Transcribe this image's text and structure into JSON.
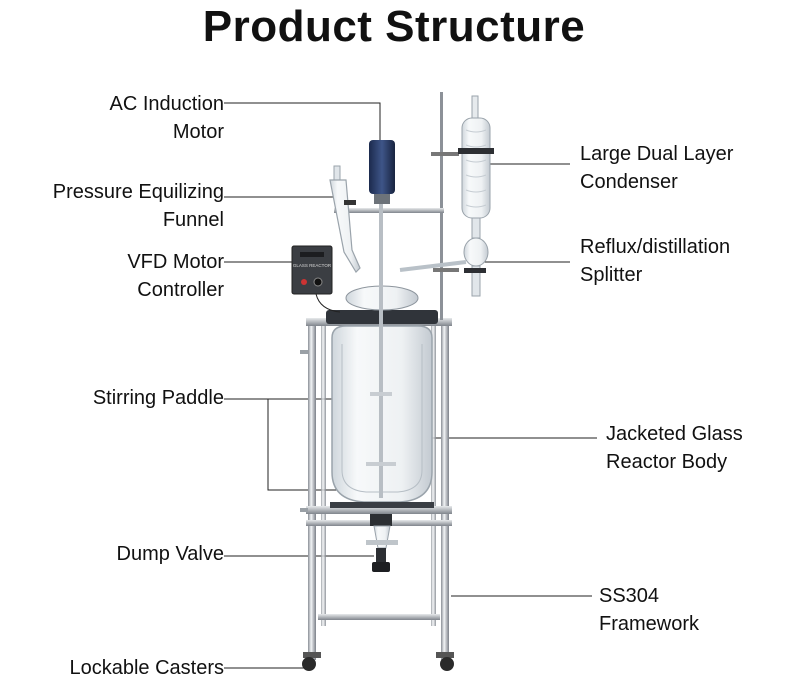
{
  "title": "Product Structure",
  "labels": {
    "ac_motor": [
      "AC Induction",
      "Motor"
    ],
    "funnel": [
      "Pressure Equilizing",
      "Funnel"
    ],
    "vfd": [
      "VFD Motor",
      "Controller"
    ],
    "paddle": [
      "Stirring Paddle"
    ],
    "dump_valve": [
      "Dump Valve"
    ],
    "casters": [
      "Lockable Casters"
    ],
    "condenser": [
      "Large Dual Layer",
      "Condenser"
    ],
    "splitter": [
      "Reflux/distillation",
      "Splitter"
    ],
    "reactor": [
      "Jacketed Glass",
      "Reactor Body"
    ],
    "framework": [
      "SS304",
      "Framework"
    ]
  },
  "controller_text": "GLASS REACTOR"
}
